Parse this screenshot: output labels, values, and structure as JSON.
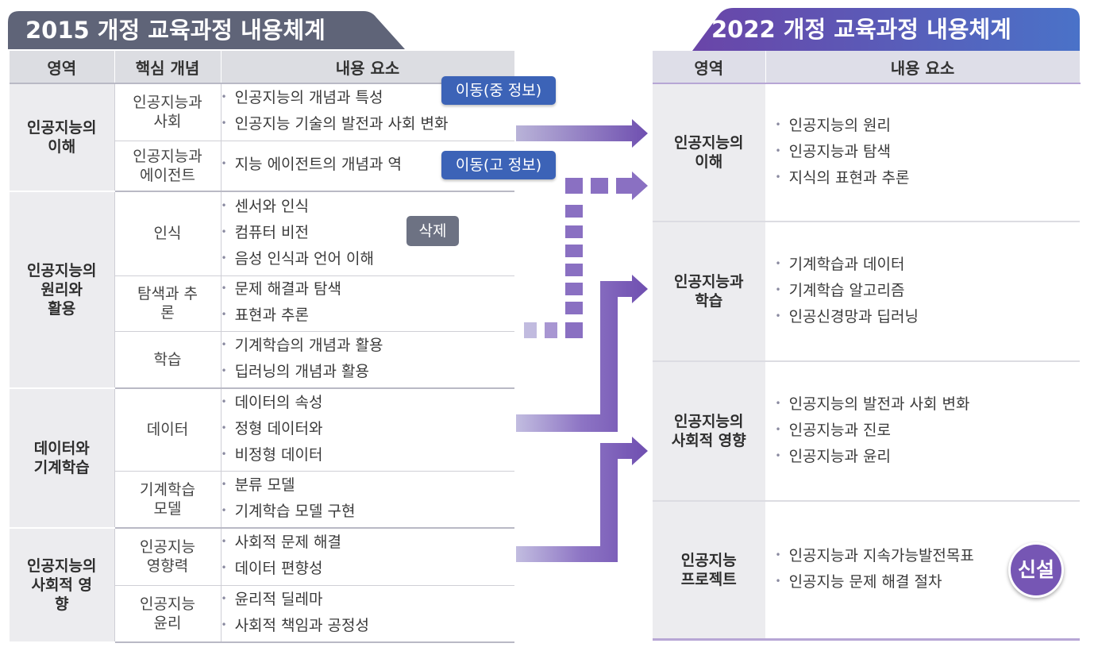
{
  "left": {
    "title": "2015 개정 교육과정 내용체계",
    "headers": [
      "영역",
      "핵심 개념",
      "내용 요소"
    ],
    "groups": [
      {
        "area": [
          "인공지능의",
          "이해"
        ],
        "rows": [
          {
            "concept": [
              "인공지능과",
              "사회"
            ],
            "items": [
              "인공지능의 개념과 특성",
              "인공지능 기술의 발전과 사회 변화"
            ]
          },
          {
            "concept": [
              "인공지능과",
              "에이전트"
            ],
            "items": [
              "지능 에이전트의 개념과 역"
            ]
          }
        ]
      },
      {
        "area": [
          "인공지능의",
          "원리와",
          "활용"
        ],
        "rows": [
          {
            "concept": [
              "인식"
            ],
            "items": [
              "센서와 인식",
              "컴퓨터 비전",
              "음성 인식과 언어 이해"
            ]
          },
          {
            "concept": [
              "탐색과 추",
              "론"
            ],
            "items": [
              "문제 해결과 탐색",
              "표현과 추론"
            ]
          },
          {
            "concept": [
              "학습"
            ],
            "items": [
              "기계학습의 개념과 활용",
              "딥러닝의 개념과 활용"
            ]
          }
        ]
      },
      {
        "area": [
          "데이터와",
          "기계학습"
        ],
        "rows": [
          {
            "concept": [
              "데이터"
            ],
            "items": [
              "데이터의 속성",
              "정형 데이터와",
              "비정형 데이터"
            ]
          },
          {
            "concept": [
              "기계학습",
              "모델"
            ],
            "items": [
              "분류 모델",
              "기계학습 모델 구현"
            ]
          }
        ]
      },
      {
        "area": [
          "인공지능의",
          "사회적 영",
          "향"
        ],
        "rows": [
          {
            "concept": [
              "인공지능",
              "영향력"
            ],
            "items": [
              "사회적 문제 해결",
              "데이터 편향성"
            ]
          },
          {
            "concept": [
              "인공지능",
              "윤리"
            ],
            "items": [
              "윤리적 딜레마",
              "사회적 책임과 공정성"
            ]
          }
        ]
      }
    ]
  },
  "right": {
    "title": "2022 개정 교육과정 내용체계",
    "headers": [
      "영역",
      "내용 요소"
    ],
    "rows": [
      {
        "area": [
          "인공지능의",
          "이해"
        ],
        "items": [
          "인공지능의 원리",
          "인공지능과 탐색",
          "지식의 표현과 추론"
        ]
      },
      {
        "area": [
          "인공지능과",
          "학습"
        ],
        "items": [
          "기계학습과 데이터",
          "기계학습 알고리즘",
          "인공신경망과 딥러닝"
        ]
      },
      {
        "area": [
          "인공지능의",
          "사회적 영향"
        ],
        "items": [
          "인공지능의 발전과 사회 변화",
          "인공지능과 진로",
          "인공지능과 윤리"
        ]
      },
      {
        "area": [
          "인공지능",
          "프로젝트"
        ],
        "items": [
          "인공지능과 지속가능발전목표",
          "인공지능 문제 해결 절차"
        ]
      }
    ]
  },
  "badges": {
    "move_middle": "이동(중 정보)",
    "move_high": "이동(고 정보)",
    "delete": "삭제",
    "new": "신설"
  },
  "colors": {
    "title_left": "#5f6478",
    "title_right_start": "#6a45a8",
    "title_right_end": "#4a72c8",
    "arrow": "#7a5bb6",
    "badge_blue": "#3c63b7",
    "badge_gray": "#6d7283",
    "badge_new": "#7656b4"
  }
}
